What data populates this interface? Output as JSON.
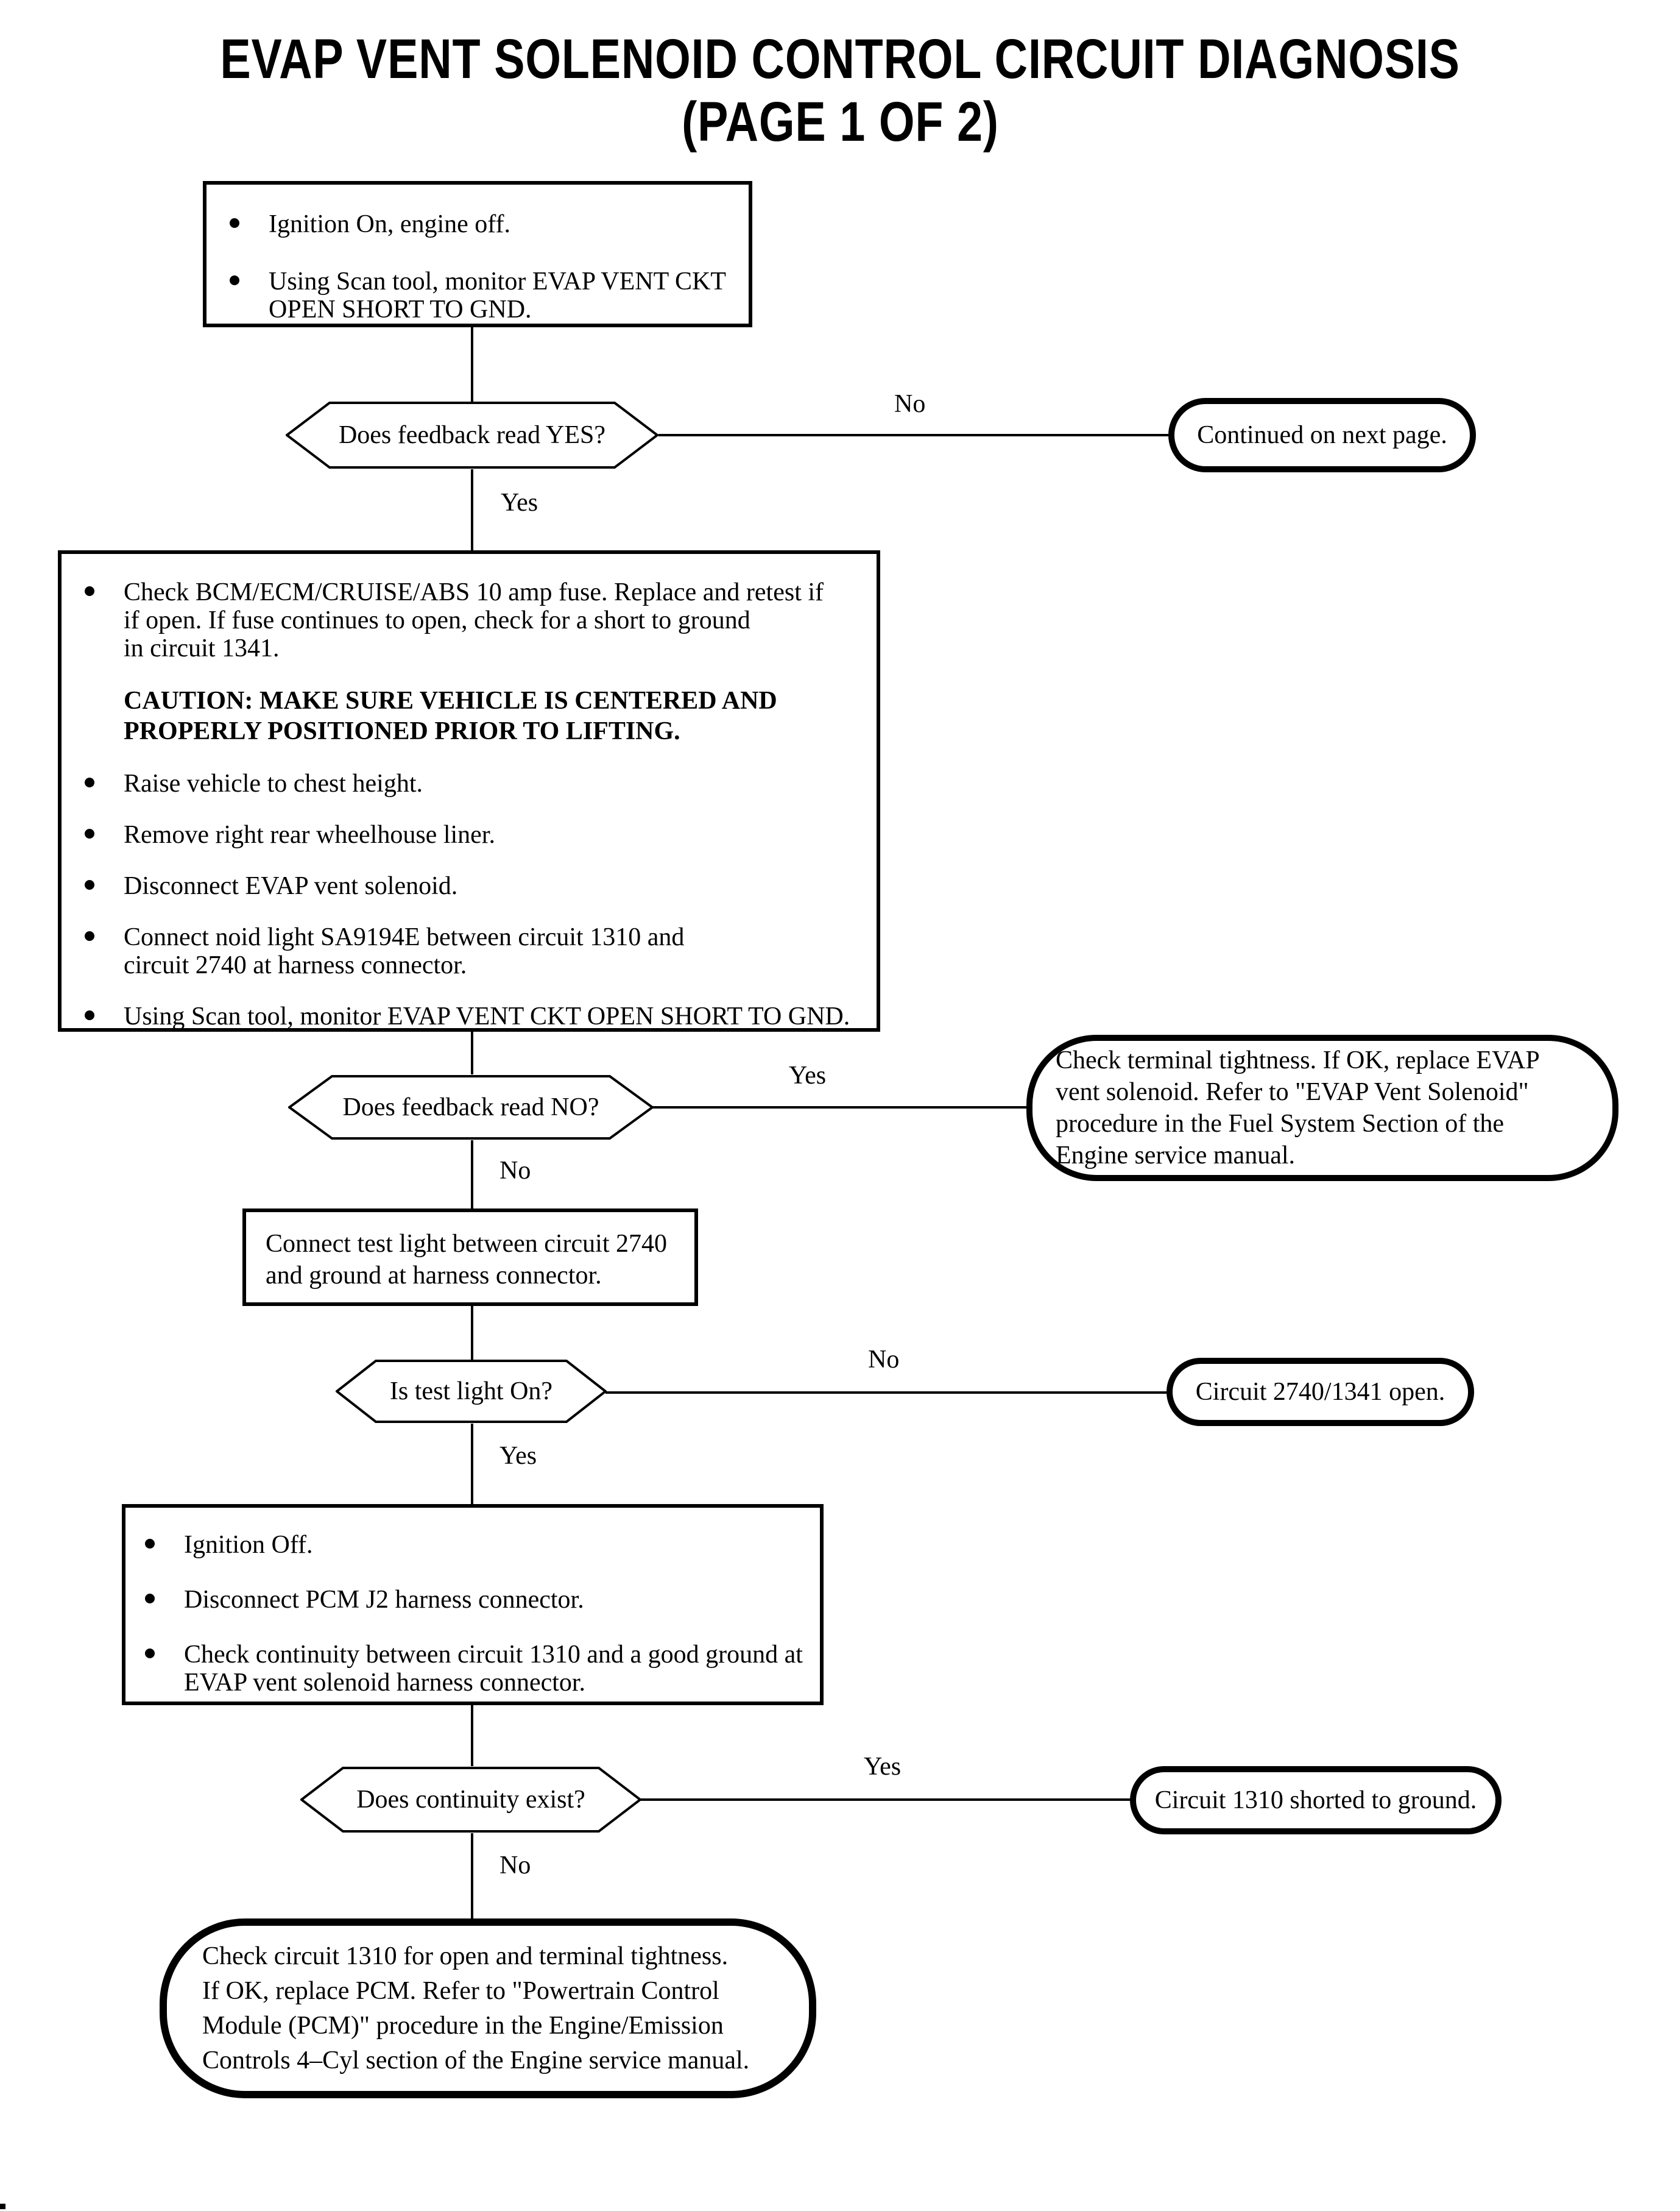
{
  "title": {
    "line1": "EVAP VENT SOLENOID CONTROL CIRCUIT DIAGNOSIS",
    "line2": "(PAGE 1 OF 2)"
  },
  "labels": {
    "yes1": "Yes",
    "no1": "No",
    "yes2": "Yes",
    "no2": "No",
    "yes3": "Yes",
    "no3": "No",
    "yes4": "Yes",
    "no4": "No"
  },
  "box1": {
    "bullet1": "Ignition On, engine off.",
    "bullet2_lines": [
      "Using Scan tool, monitor EVAP VENT CKT",
      "OPEN SHORT TO GND."
    ]
  },
  "dec1": {
    "question": "Does feedback read YES?"
  },
  "oval_next_page": {
    "text": "Continued on next page."
  },
  "box2": {
    "bullet1_lines": [
      "Check BCM/ECM/CRUISE/ABS 10 amp fuse. Replace and retest if",
      "if open. If fuse continues to open, check for a short to ground",
      "in circuit 1341."
    ],
    "caution_lines": [
      "CAUTION:  MAKE SURE VEHICLE IS CENTERED AND",
      "PROPERLY POSITIONED PRIOR TO LIFTING."
    ],
    "bullet2": "Raise vehicle to chest height.",
    "bullet3": "Remove right rear wheelhouse liner.",
    "bullet4": "Disconnect EVAP vent solenoid.",
    "bullet5_lines": [
      "Connect noid light SA9194E between circuit 1310 and",
      "circuit 2740 at harness connector."
    ],
    "bullet6": "Using Scan tool, monitor EVAP VENT CKT OPEN SHORT TO GND."
  },
  "dec2": {
    "question": "Does feedback read NO?"
  },
  "oval_terminal_tightness": {
    "lines": [
      "Check terminal tightness. If OK, replace EVAP",
      "vent solenoid. Refer to \"EVAP Vent Solenoid\"",
      "procedure in the Fuel System Section of the",
      "Engine service manual."
    ]
  },
  "box3": {
    "lines": [
      "Connect test light between circuit 2740",
      "and ground at harness connector."
    ]
  },
  "dec3": {
    "question": "Is test light On?"
  },
  "oval_circuit_open": {
    "text": "Circuit 2740/1341 open."
  },
  "box4": {
    "bullet1": "Ignition Off.",
    "bullet2": "Disconnect PCM J2 harness connector.",
    "bullet3_lines": [
      "Check continuity between circuit 1310 and a good ground at",
      "EVAP vent solenoid harness connector."
    ]
  },
  "dec4": {
    "question": "Does continuity exist?"
  },
  "oval_circuit_shorted": {
    "text": "Circuit 1310 shorted to ground."
  },
  "oval_replace_pcm": {
    "lines": [
      "Check circuit 1310 for open and terminal tightness.",
      "If OK, replace PCM. Refer to \"Powertrain Control",
      "Module (PCM)\" procedure in the Engine/Emission",
      "Controls 4–Cyl section of the Engine service manual."
    ]
  }
}
